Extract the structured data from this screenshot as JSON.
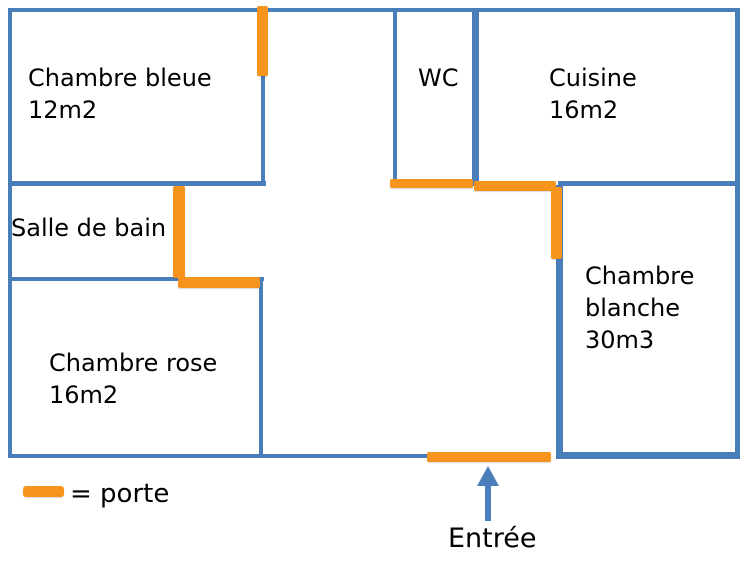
{
  "colors": {
    "wall": "#4a7ebb",
    "door": "#f7941d",
    "text": "#000000"
  },
  "rooms": {
    "chambre_bleue": {
      "label": "Chambre bleue\n12m2"
    },
    "wc": {
      "label": "WC"
    },
    "cuisine": {
      "label": "Cuisine\n16m2"
    },
    "salle_de_bain": {
      "label": "Salle de bain"
    },
    "chambre_rose": {
      "label": "Chambre rose\n16m2"
    },
    "chambre_blanche": {
      "label": "Chambre\nblanche\n30m3"
    }
  },
  "legend": {
    "symbol": "door-swatch",
    "label": "= porte"
  },
  "entrance": {
    "label": "Entrée",
    "arrow": "arrow-up"
  }
}
